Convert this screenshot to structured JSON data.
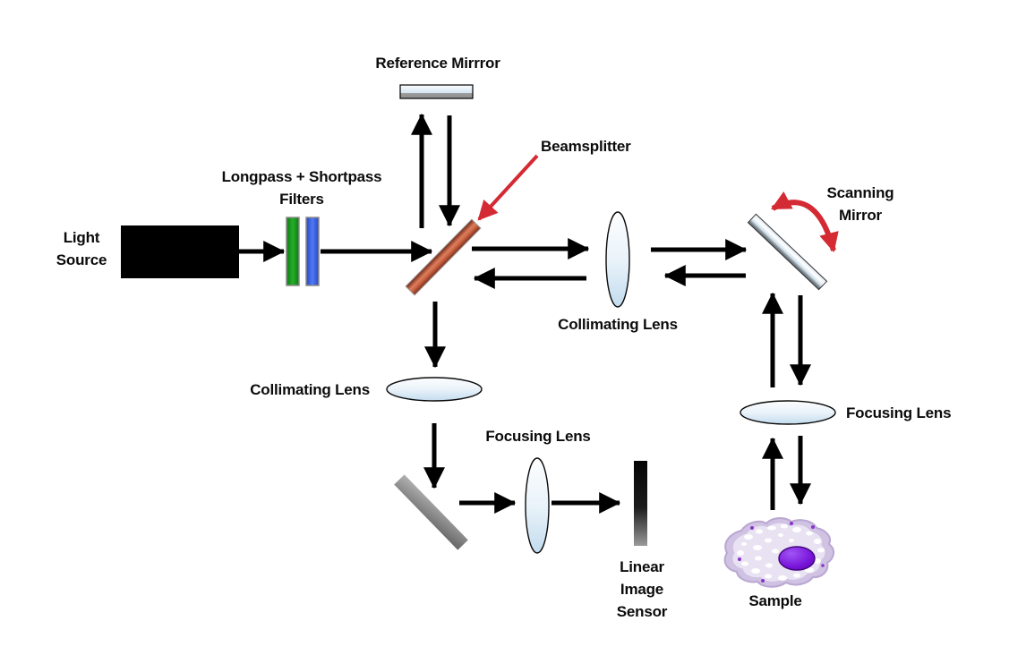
{
  "diagram": {
    "background": "#ffffff",
    "labels": {
      "light_source": "Light\nSource",
      "filters": "Longpass + Shortpass\nFilters",
      "reference_mirror": "Reference Mirrror",
      "beamsplitter": "Beamsplitter",
      "scanning_mirror": "Scanning\nMirror",
      "collimating_lens_top": "Collimating Lens",
      "collimating_lens_left": "Collimating Lens",
      "focusing_lens_bottom": "Focusing Lens",
      "focusing_lens_right": "Focusing Lens",
      "linear_image_sensor": "Linear\nImage\nSensor",
      "sample": "Sample"
    },
    "colors": {
      "label_text": "#0b0b0b",
      "beam_arrow": "#000000",
      "pointer_red": "#d42a33",
      "light_source_fill": "#000000",
      "filter_green": "#149a18",
      "filter_blue": "#3c5ce4",
      "beamsplitter_edge": "#77291a",
      "beamsplitter_center": "#dd7d5b",
      "lens_tint": "#c3dcee",
      "mirror_gray": "#8a8a8a",
      "sample_body": "#cfc2e2",
      "sample_nucleus": "#7712d8"
    }
  }
}
